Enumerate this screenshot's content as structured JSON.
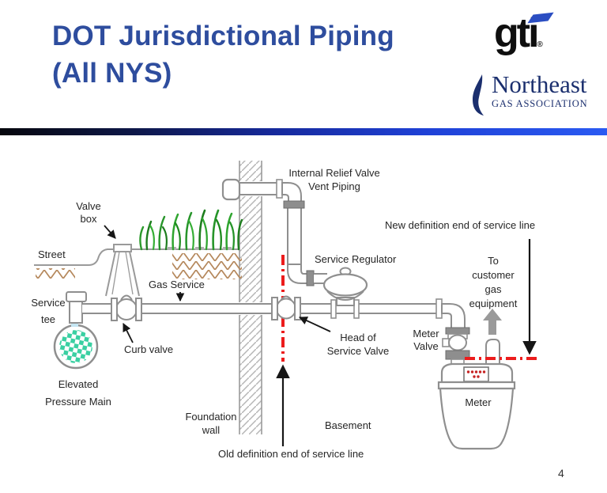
{
  "slide": {
    "title": "DOT Jurisdictional Piping\n(All NYS)",
    "page_number": "4"
  },
  "logos": {
    "gti": {
      "text": "gti",
      "registered": "®"
    },
    "nga": {
      "name": "Northeast",
      "subtitle": "GAS ASSOCIATION"
    }
  },
  "diagram": {
    "labels": {
      "valve_box": "Valve\nbox",
      "street": "Street",
      "service_tee": "Service\ntee",
      "gas_service": "Gas Service",
      "curb_valve": "Curb valve",
      "elevated_pressure_main": "Elevated\nPressure Main",
      "internal_relief_valve": "Internal Relief Valve\nVent Piping",
      "service_regulator": "Service Regulator",
      "new_definition": "New definition end of service line",
      "to_customer": "To\ncustomer\ngas\nequipment",
      "head_of_service_valve": "Head of\nService Valve",
      "meter_valve": "Meter\nValve",
      "meter": "Meter",
      "basement": "Basement",
      "foundation_wall": "Foundation\nwall",
      "old_definition": "Old definition end of service line"
    }
  },
  "colors": {
    "title_blue": "#2e4d9e",
    "divider_gradient_left": "#06070d",
    "divider_gradient_right": "#2a5af2",
    "nga_navy": "#1b2f6e",
    "gti_mark_blue": "#2b4ec2",
    "service_line_red": "#ec1c1c",
    "main_checker_teal": "#3ad0a2",
    "grass_green": "#27952a",
    "soil_brown": "#b5885c",
    "pipe_gray": "#8f8f8f"
  }
}
